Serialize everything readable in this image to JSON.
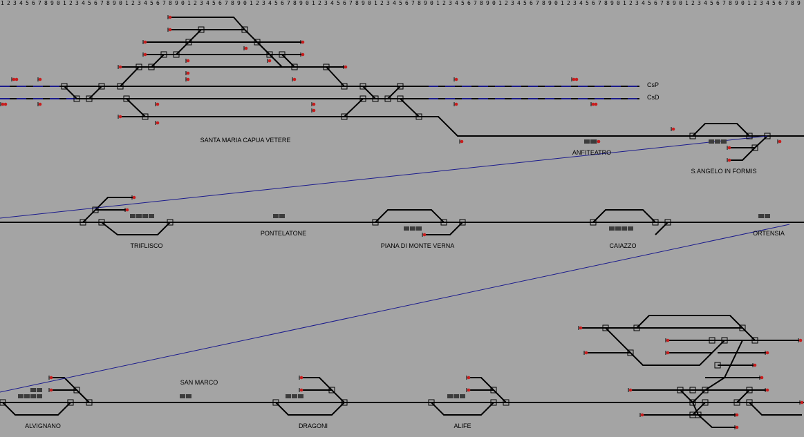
{
  "ruler": {
    "digits": "1234567890"
  },
  "stations": [
    {
      "id": "santa-maria-capua-vetere",
      "label": "SANTA MARIA CAPUA VETERE"
    },
    {
      "id": "anfiteatro",
      "label": "ANFITEATRO"
    },
    {
      "id": "s-angelo-in-formis",
      "label": "S.ANGELO IN FORMIS"
    },
    {
      "id": "triflisco",
      "label": "TRIFLISCO"
    },
    {
      "id": "pontelatone",
      "label": "PONTELATONE"
    },
    {
      "id": "piana-di-monte-verna",
      "label": "PIANA DI MONTE VERNA"
    },
    {
      "id": "caiazzo",
      "label": "CAIAZZO"
    },
    {
      "id": "ortensia",
      "label": "ORTENSIA"
    },
    {
      "id": "san-marco",
      "label": "SAN MARCO"
    },
    {
      "id": "alvignano",
      "label": "ALVIGNANO"
    },
    {
      "id": "dragoni",
      "label": "DRAGONI"
    },
    {
      "id": "alife",
      "label": "ALIFE"
    }
  ],
  "track_tags": {
    "upper": "CsP",
    "lower": "CsD"
  },
  "colors": {
    "background": "#a4a4a4",
    "track": "#000000",
    "connector": "#1a1a8c",
    "signal": "#c81e1e",
    "block": "#3c3c3c"
  }
}
